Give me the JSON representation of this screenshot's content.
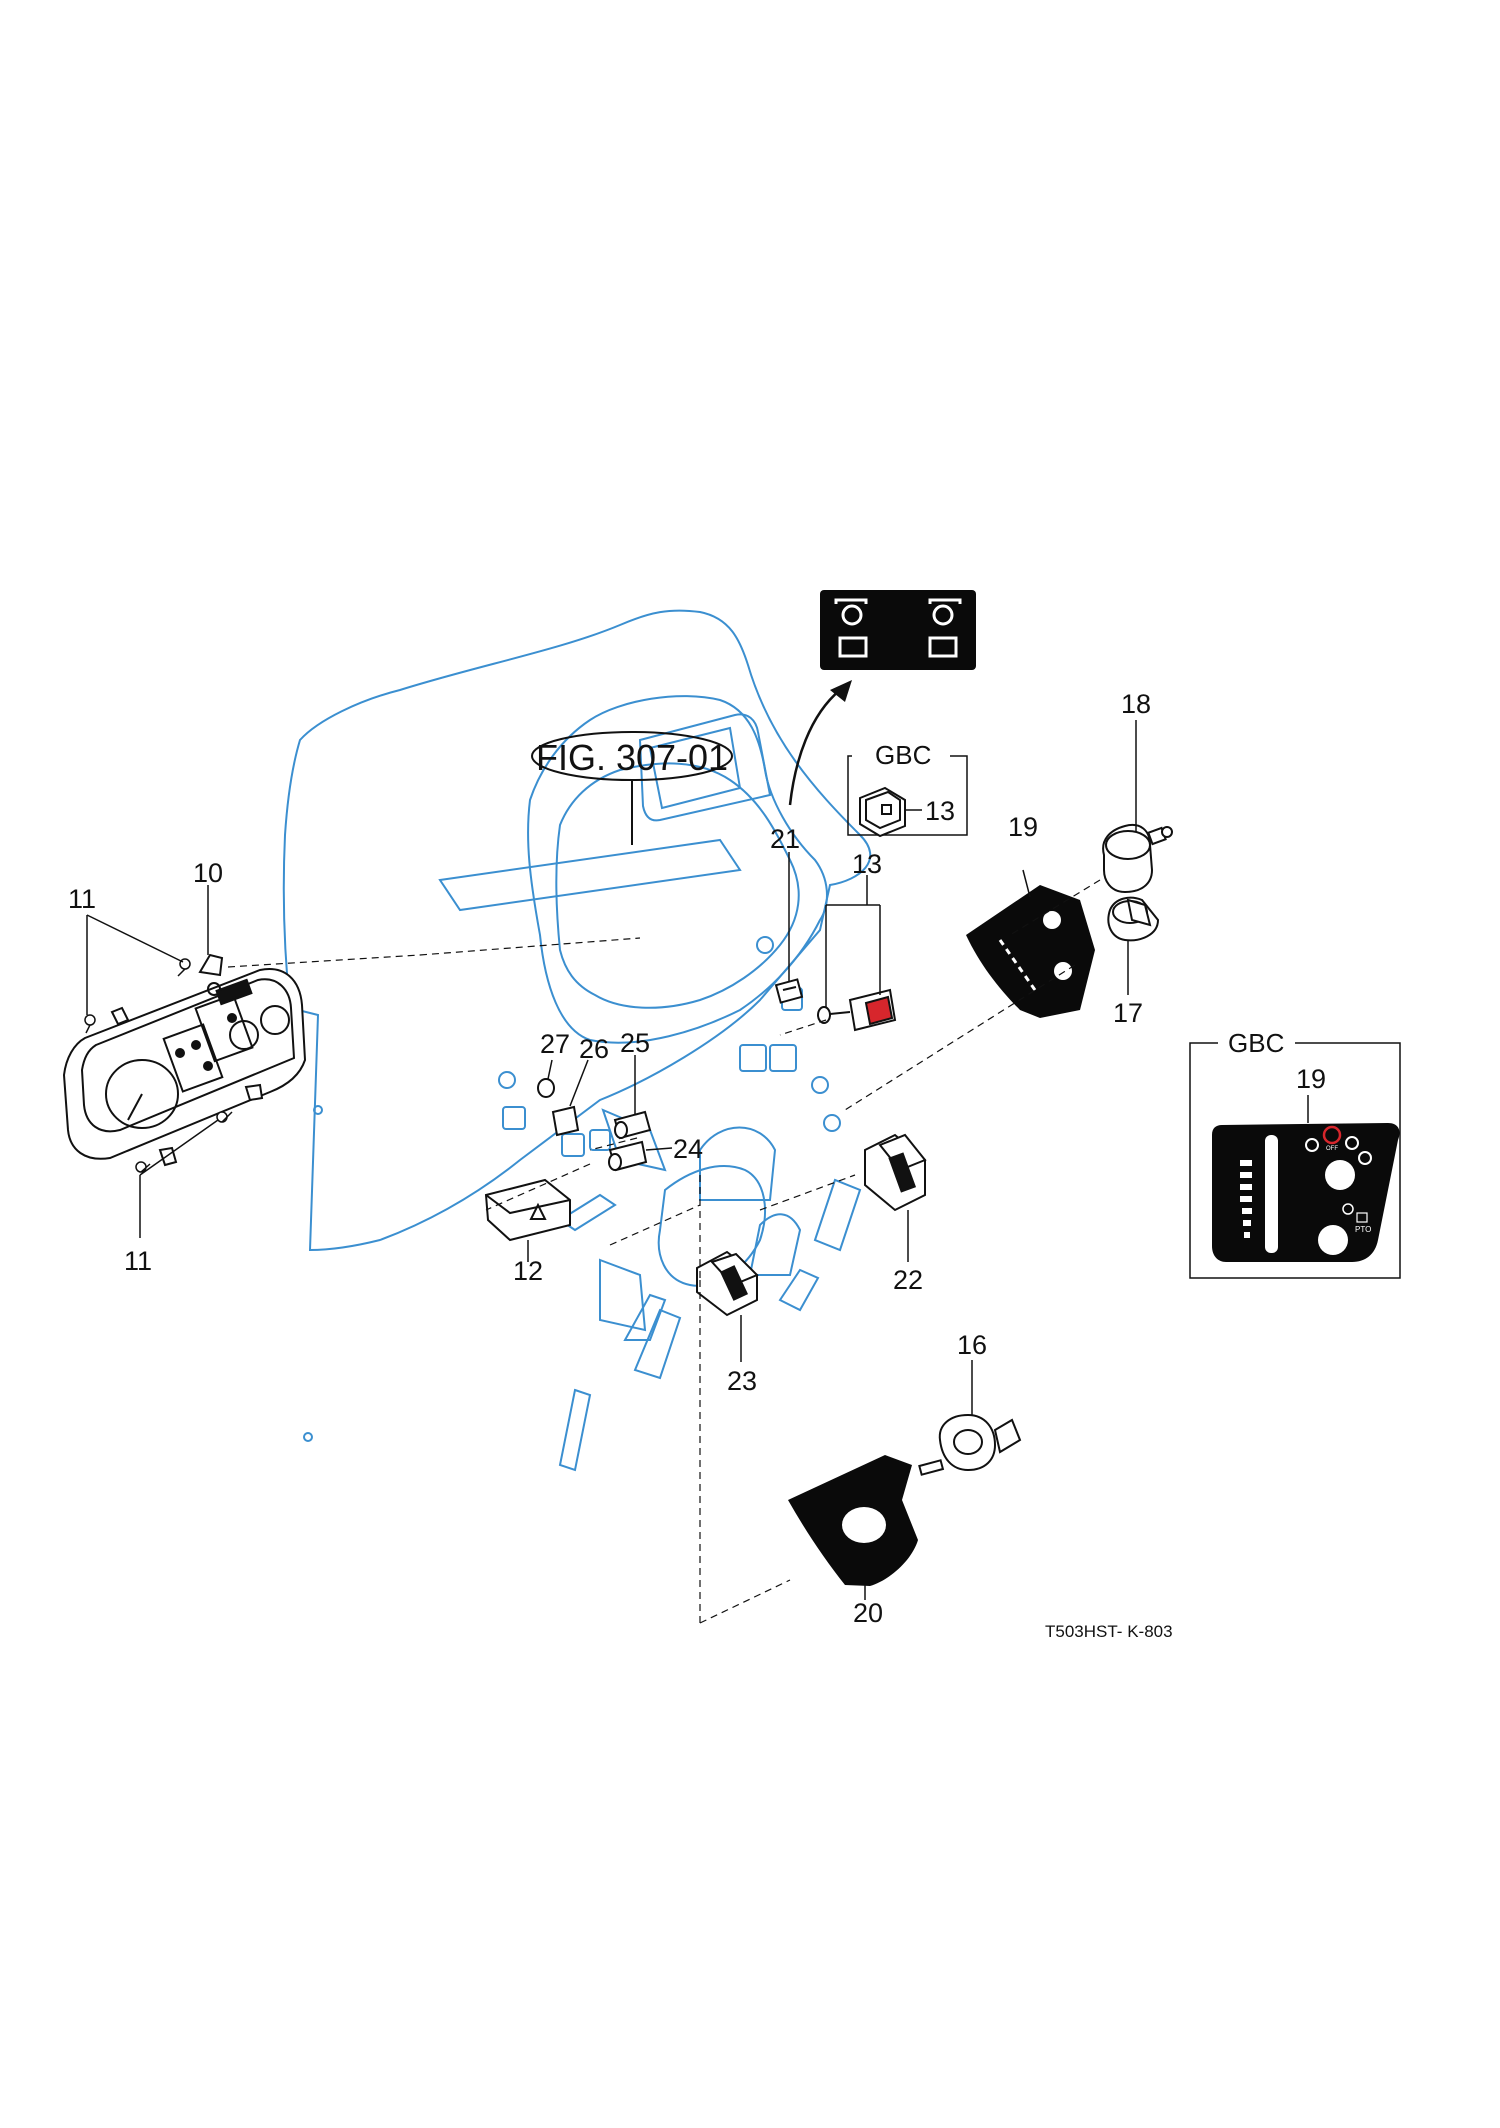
{
  "figure": {
    "reference": "FIG. 307-01",
    "drawing_code": "T503HST- K-803"
  },
  "callouts": {
    "inset_top": "GBC",
    "inset_right": "GBC",
    "c10": "10",
    "c11a": "11",
    "c11b": "11",
    "c12": "12",
    "c13_main": "13",
    "c13_gbc": "13",
    "c16": "16",
    "c17": "17",
    "c18": "18",
    "c19_main": "19",
    "c19_gbc": "19",
    "c20": "20",
    "c21": "21",
    "c22": "22",
    "c23": "23",
    "c24": "24",
    "c25": "25",
    "c26": "26",
    "c27": "27"
  },
  "decal_marks": {
    "pto": "PTO",
    "off": "OFF"
  },
  "colors": {
    "dashboard_outline": "#3b8fd0",
    "ink": "#111111",
    "switch_red": "#d7262c",
    "decal_black": "#0a0a0a"
  }
}
